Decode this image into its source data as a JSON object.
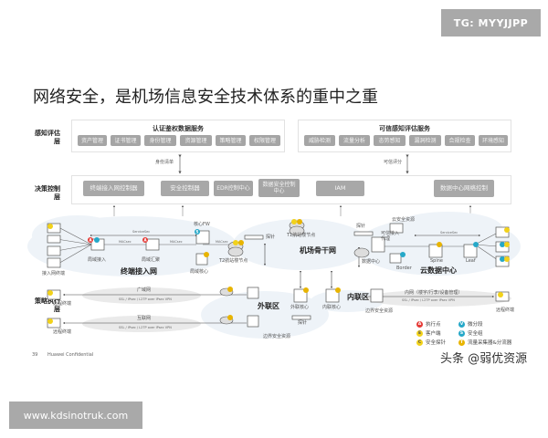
{
  "badge_tg": "TG: MYYJJPP",
  "title": "网络安全，是机场信息安全技术体系的重中之重",
  "layers": {
    "sense": "感知评估层",
    "decide": "决策控制层",
    "exec": "策略执行层"
  },
  "auth_service": {
    "title": "认证鉴权数据服务",
    "items": [
      "资产管理",
      "证书管理",
      "身份管理",
      "资源管理",
      "策略管理",
      "权限管理"
    ]
  },
  "trust_service": {
    "title": "可信感知评估服务",
    "items": [
      "威胁检测",
      "流量分析",
      "态势感知",
      "漏洞检测",
      "合规检查",
      "环境感知"
    ]
  },
  "flows": {
    "identity": "身份清单",
    "score": "可信评分"
  },
  "controllers": [
    "终端接入网控制器",
    "安全控制器",
    "EDR控制中心",
    "数据安全控制中心",
    "IAM",
    "数据中心网络控制"
  ],
  "network": {
    "access_terminal": "接入网终端",
    "lan_access": "局域接入",
    "lan_agg": "局域汇聚",
    "core_fw": "核心FW",
    "lan_core": "局域核心",
    "t2": "T2航站楼节点",
    "probe": "探针",
    "access_net": "终端接入网",
    "servicesec": "ServiceSec",
    "macsec": "MACsec",
    "t1": "T1航站楼节点",
    "backbone": "机场骨干网",
    "dc": "数据中心",
    "trusted_proxy": "可信接入代理",
    "cloud_sec": "云安全资源",
    "border": "Border",
    "spine": "Spine",
    "leaf": "Leaf",
    "cloud_dc": "云数据中心",
    "remote_terminal": "远程终端",
    "wan": "广域网",
    "internet": "互联网",
    "vpn": "SSL / IPsec / L2TP over IPsec VPN",
    "ext_zone": "外联区",
    "border_sec": "边界安全资源",
    "ext_core": "外联核心",
    "int_core": "内联核心",
    "int_zone": "内联区",
    "intranet": "内网（楼宇/行李/设备管理）"
  },
  "legend": [
    {
      "mark": "A",
      "label": "执行点",
      "color": "#e53935"
    },
    {
      "mark": "E",
      "label": "客户端",
      "color": "#f2d21b"
    },
    {
      "mark": "C",
      "label": "安全探针",
      "color": "#f2d21b"
    },
    {
      "mark": "V",
      "label": "微分段",
      "color": "#26a8c8"
    },
    {
      "mark": "S",
      "label": "安全组",
      "color": "#26a8c8"
    },
    {
      "mark": "T",
      "label": "流量采集器&分流器",
      "color": "#e8b400"
    }
  ],
  "footer": {
    "page": "39",
    "confidential": "Huawei Confidential"
  },
  "watermark": "头条 @弱优资源",
  "badge_site": "www.kdsinotruk.com"
}
